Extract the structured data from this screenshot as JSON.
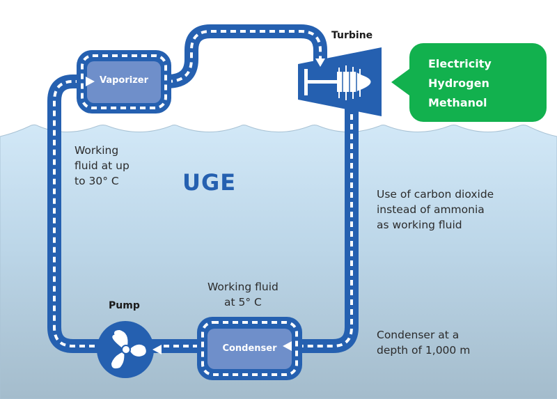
{
  "diagram": {
    "title_mark": "UGE",
    "components": {
      "vaporizer": "Vaporizer",
      "turbine": "Turbine",
      "pump": "Pump",
      "condenser": "Condenser"
    },
    "outputs": [
      "Electricity",
      "Hydrogen",
      "Methanol"
    ],
    "annotations": {
      "warm_fluid": "Working\nfluid at up\nto 30° C",
      "cold_fluid": "Working fluid\nat 5° C",
      "co2_note": "Use of carbon dioxide\ninstead of ammonia\nas working fluid",
      "depth_note": "Condenser at a\ndepth of 1,000 m"
    },
    "icons": {
      "pump": "propeller-icon",
      "turbine": "turbine-icon",
      "flow": "arrow-icon"
    },
    "colors": {
      "pipe": "#2560b0",
      "box_fill": "#6f8fca",
      "output_green": "#12b14e",
      "water_top": "#cfe6f6",
      "water_bottom": "#a6bfcf",
      "dash": "#ffffff"
    }
  }
}
